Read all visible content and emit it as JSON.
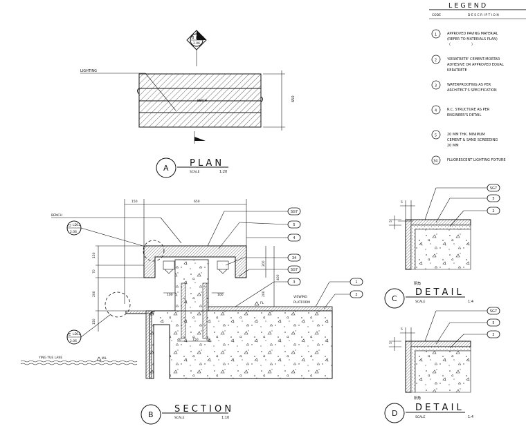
{
  "legend": {
    "title": "L E G E N D",
    "col_code": "CODE",
    "col_desc": "D E S C R I P T I O N",
    "items": [
      {
        "code": "1",
        "line1": "APPROVED PAVING MATERIAL",
        "line2": "(REFER TO MATERIALS PLAN)",
        "line3": "（　　　　　　）"
      },
      {
        "code": "2",
        "line1": "'KERATRETE' CEMENT-MORTAR",
        "line2": "ADHESIVE OR APPROVED EQUAL",
        "line3": "KERATRETE"
      },
      {
        "code": "3",
        "line1": "WATERPROOFING AS PER",
        "line2": "ARCHITECT'S SPECIFICATION",
        "line3": ""
      },
      {
        "code": "4",
        "line1": "R.C. STRUCTURE AS PER",
        "line2": "ENGINEER'S DETAIL",
        "line3": ""
      },
      {
        "code": "5",
        "line1": "20 MM THK. MINIMUM",
        "line2": "CEMENT & SAND SCREEDING",
        "line3": "20 MM"
      },
      {
        "code": "34",
        "line1": "FLUORESCENT LIGHTING FIXTURE",
        "line2": "",
        "line3": ""
      }
    ]
  },
  "plan": {
    "label_lighting": "LIGHTING",
    "dim_650": "650",
    "marker_letter": "B",
    "marker_ref": "LD12",
    "marker_sheet": "2.06",
    "center_note": "BENCH",
    "title_letter": "A",
    "title": "P L A N",
    "scale_label": "SCALE",
    "scale_value": "1:20"
  },
  "section": {
    "label_bench": "BENCH",
    "label_lake": "YING YUE LAKE",
    "label_wl": "WL",
    "label_viewing": "VIEWING",
    "label_platform": "PLATFORM",
    "label_fl": "FL",
    "dim_top_150": "150",
    "dim_top_650": "650",
    "dim_150a": "150",
    "dim_70": "70",
    "dim_200a": "200",
    "dim_150b": "150",
    "dim_100a": "100",
    "dim_100b": "100",
    "dim_200r": "200",
    "dim_400r": "400",
    "dim_200r2": "200",
    "dim_40a": "40",
    "dim_150c": "150",
    "dim_40b": "40",
    "marker_d_letter": "D",
    "marker_d_ref": "LD12",
    "marker_d_sheet": "2.06",
    "marker_e_letter": "E",
    "marker_e_ref": "LD12",
    "marker_e_sheet": "2.06",
    "tags": [
      "SG7",
      "5",
      "4",
      "34",
      "SG7",
      "3",
      "1",
      "2"
    ],
    "title_letter": "B",
    "title": "S E C T I O N",
    "scale_label": "SCALE",
    "scale_value": "1:10"
  },
  "detail_c": {
    "tags": [
      "SG7",
      "5",
      "2"
    ],
    "dim_5a": "5",
    "dim_5b": "5",
    "note": "阴角",
    "title_letter": "C",
    "title": "D E T A I L",
    "scale_label": "SCALE",
    "scale_value": "1:4"
  },
  "detail_d": {
    "tags": [
      "SG7",
      "5",
      "2"
    ],
    "dim_5a": "5",
    "dim_5b": "5",
    "note": "阳角",
    "title_letter": "D",
    "title": "D E T A I L",
    "scale_label": "SCALE",
    "scale_value": "1:4"
  }
}
